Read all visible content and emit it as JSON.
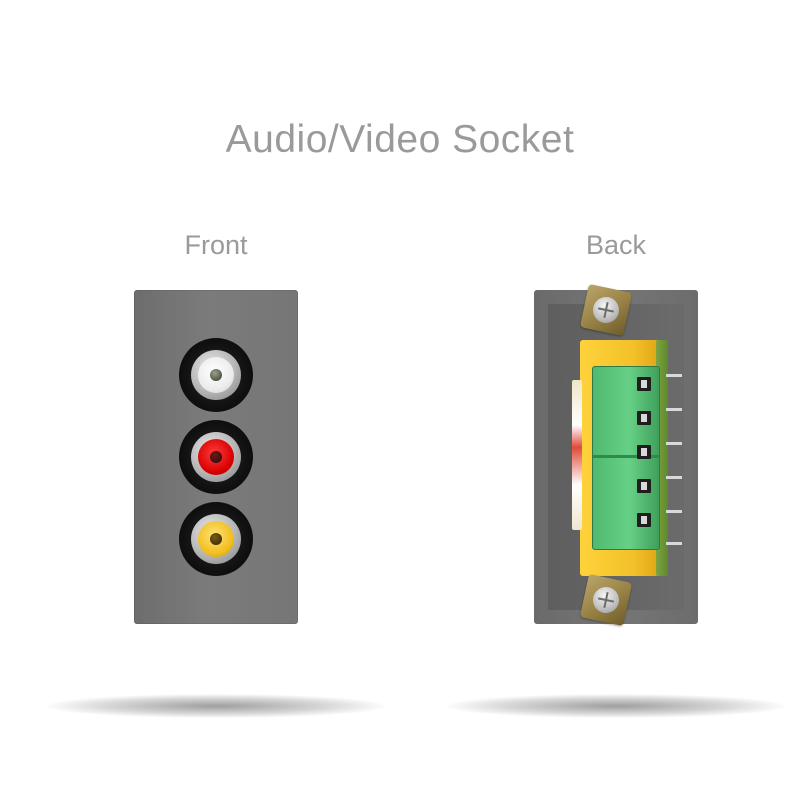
{
  "title": "Audio/Video Socket",
  "views": {
    "front_label": "Front",
    "back_label": "Back"
  },
  "front": {
    "jacks": [
      "white",
      "red",
      "yellow"
    ]
  },
  "colors": {
    "plate": "#767676",
    "jack_white": "#ececec",
    "jack_red": "#d80000",
    "jack_yellow": "#f0bd1c",
    "terminal_green": "#5cc67a",
    "bracket_gold": "#a58f53"
  }
}
